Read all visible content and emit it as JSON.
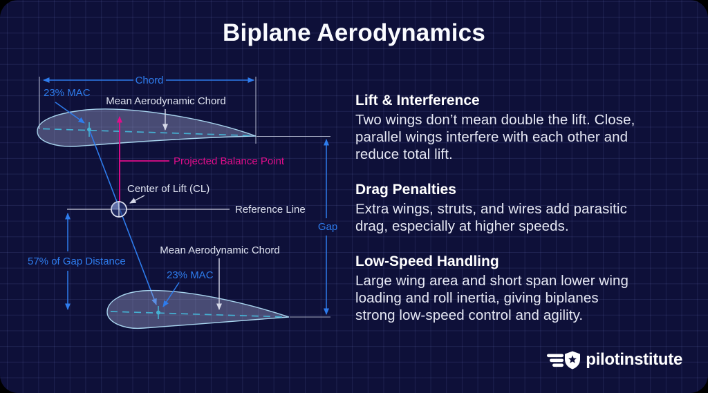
{
  "title": "Biplane Aerodynamics",
  "diagram": {
    "labels": {
      "chord": "Chord",
      "mac_upper": "23% MAC",
      "mean_chord_upper": "Mean Aerodynamic Chord",
      "balance_point": "Projected Balance Point",
      "center_of_lift": "Center of Lift (CL)",
      "reference_line": "Reference Line",
      "gap": "Gap",
      "gap_distance": "57% of Gap Distance",
      "mac_lower": "23% MAC",
      "mean_chord_lower": "Mean Aerodynamic Chord"
    }
  },
  "sections": [
    {
      "heading": "Lift & Interference",
      "body": "Two wings don’t mean double the lift. Close,\nparallel wings interfere with each other and\nreduce total lift."
    },
    {
      "heading": "Drag Penalties",
      "body": "Extra wings, struts, and wires add parasitic\ndrag, especially at higher speeds."
    },
    {
      "heading": "Low-Speed Handling",
      "body": "Large wing area and short span lower wing\nloading and roll inertia, giving biplanes\nstrong low-speed control and agility."
    }
  ],
  "logo": {
    "text": "pilotinstitute"
  },
  "colors": {
    "panel_background": "#0e1039",
    "accent_blue": "#2e7ced",
    "accent_magenta": "#e00d8a",
    "accent_cyan": "#45b0d2",
    "label_light": "#dfe3f0",
    "body_text": "#e6e8f4"
  }
}
